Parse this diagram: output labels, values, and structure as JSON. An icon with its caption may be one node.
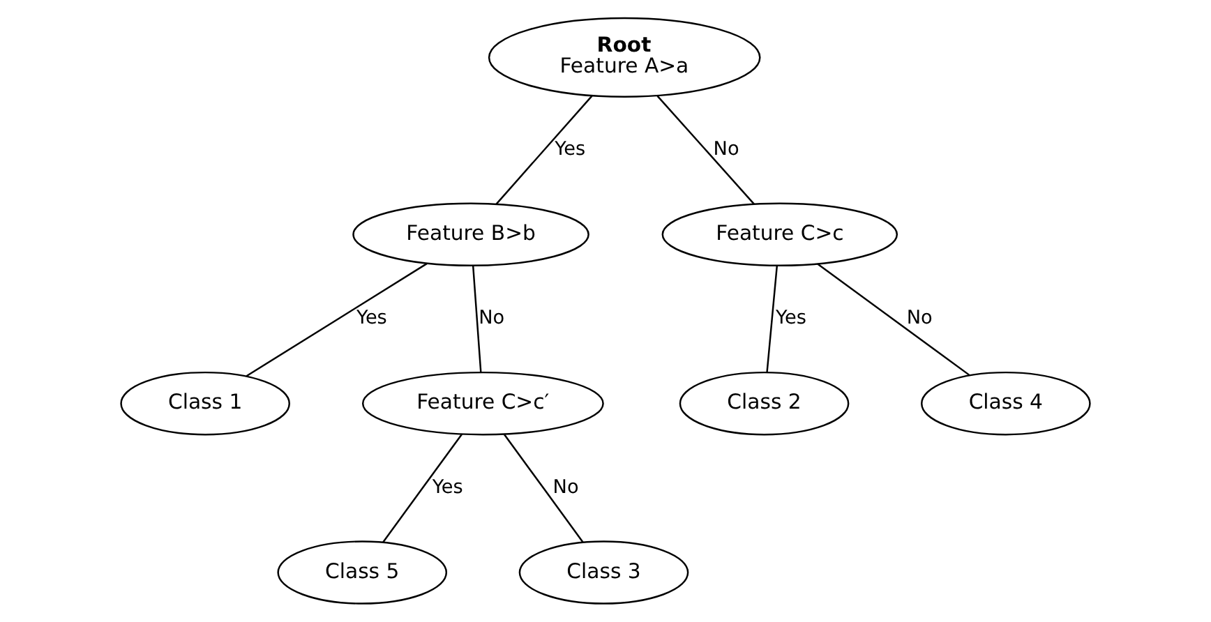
{
  "diagram": {
    "nodes": [
      {
        "text": [
          "Root",
          "Feature A>a"
        ]
      },
      {
        "text": [
          "Feature B>b"
        ]
      },
      {
        "text": [
          "Feature C>c"
        ]
      },
      {
        "text": [
          "Class 1"
        ]
      },
      {
        "text": [
          "Feature C>c′"
        ]
      },
      {
        "text": [
          "Class 2"
        ]
      },
      {
        "text": [
          "Class 4"
        ]
      },
      {
        "text": [
          "Class 5"
        ]
      },
      {
        "text": [
          "Class 3"
        ]
      }
    ],
    "edges": [
      {
        "from": 0,
        "to": 1,
        "arrow": "none",
        "label": "Yes"
      },
      {
        "from": 0,
        "to": 2,
        "arrow": "none",
        "label": "No"
      },
      {
        "from": 1,
        "to": 3,
        "arrow": "none",
        "label": "Yes"
      },
      {
        "from": 1,
        "to": 4,
        "arrow": "none",
        "label": "No"
      },
      {
        "from": 2,
        "to": 5,
        "arrow": "none",
        "label": "Yes"
      },
      {
        "from": 2,
        "to": 6,
        "arrow": "none",
        "label": "No"
      },
      {
        "from": 4,
        "to": 7,
        "arrow": "none",
        "label": "Yes"
      },
      {
        "from": 4,
        "to": 8,
        "arrow": "none",
        "label": "No"
      }
    ]
  }
}
